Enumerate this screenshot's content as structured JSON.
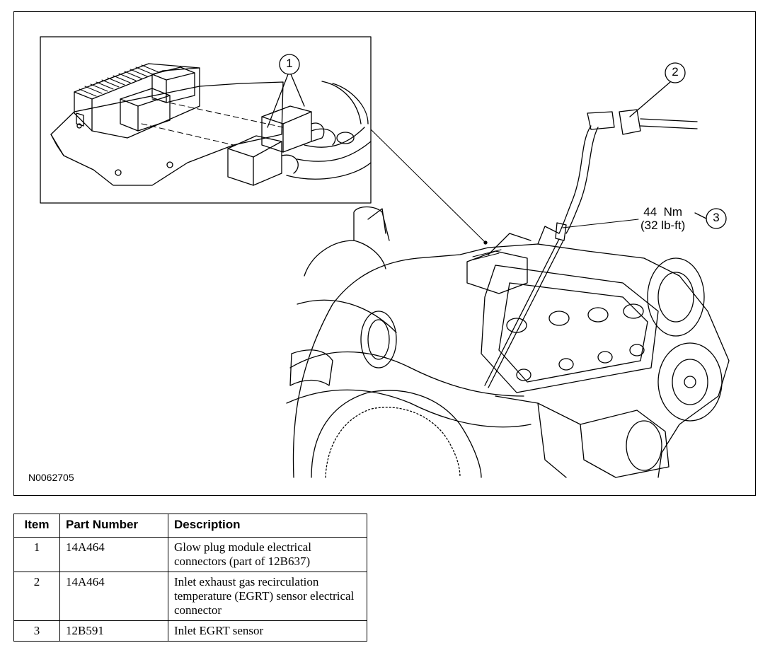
{
  "figure": {
    "id": "N0062705",
    "callouts": [
      {
        "number": "1"
      },
      {
        "number": "2"
      },
      {
        "number": "3"
      }
    ],
    "torque": {
      "metric": "44  Nm",
      "imperial": "(32 lb-ft)"
    }
  },
  "parts_table": {
    "headers": {
      "item": "Item",
      "part_number": "Part Number",
      "description": "Description"
    },
    "rows": [
      {
        "item": "1",
        "part_number": "14A464",
        "description": "Glow plug module electrical connectors (part of 12B637)"
      },
      {
        "item": "2",
        "part_number": "14A464",
        "description": "Inlet exhaust gas recirculation temperature (EGRT) sensor electrical connector"
      },
      {
        "item": "3",
        "part_number": "12B591",
        "description": "Inlet EGRT sensor"
      }
    ]
  }
}
